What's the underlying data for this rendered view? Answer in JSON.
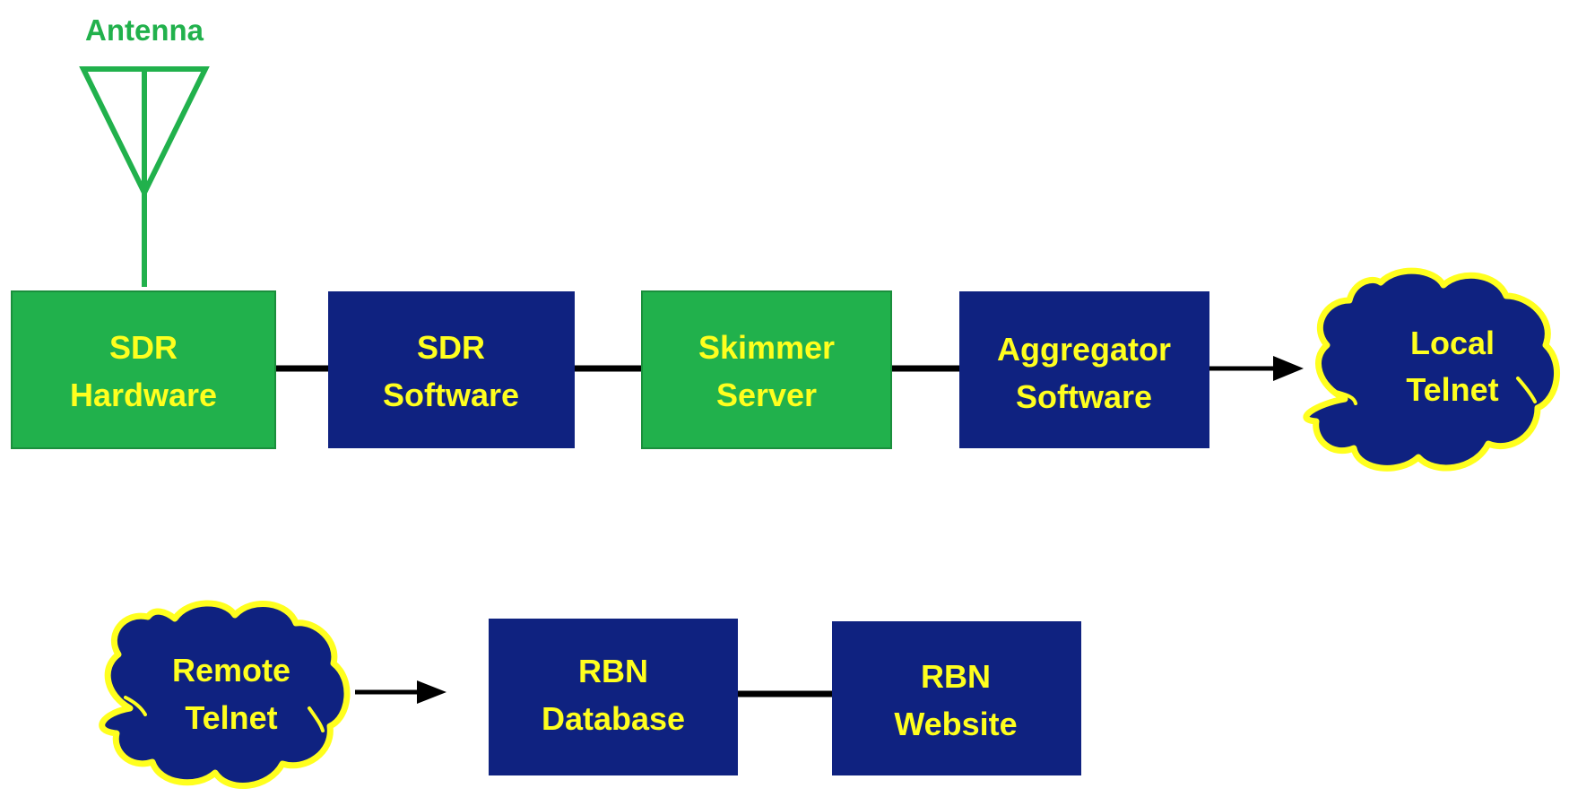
{
  "colors": {
    "green": "#21b14c",
    "navy": "#0f2280",
    "label": "#ffff1e",
    "connector": "#000000",
    "antenna": "#21b14c"
  },
  "antenna": {
    "label": "Antenna"
  },
  "nodes": {
    "sdr_hardware": {
      "line1": "SDR",
      "line2": "Hardware"
    },
    "sdr_software": {
      "line1": "SDR",
      "line2": "Software"
    },
    "skimmer_server": {
      "line1": "Skimmer",
      "line2": "Server"
    },
    "aggregator": {
      "line1": "Aggregator",
      "line2": "Software"
    },
    "local_telnet": {
      "line1": "Local",
      "line2": "Telnet"
    },
    "remote_telnet": {
      "line1": "Remote",
      "line2": "Telnet"
    },
    "rbn_database": {
      "line1": "RBN",
      "line2": "Database"
    },
    "rbn_website": {
      "line1": "RBN",
      "line2": "Website"
    }
  }
}
